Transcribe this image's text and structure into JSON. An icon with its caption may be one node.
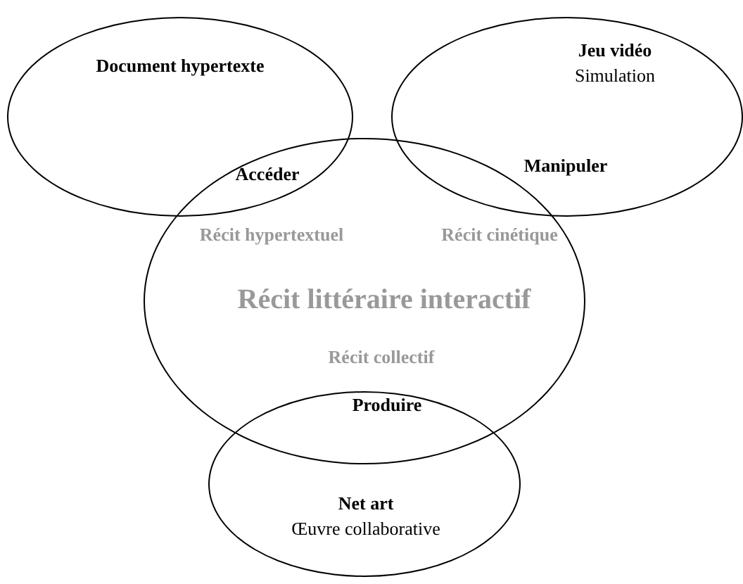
{
  "diagram": {
    "nodes": [
      {
        "text": [
          "Document hypertexte"
        ]
      },
      {
        "text": [
          "Jeu vidéo",
          "Simulation"
        ]
      },
      {
        "text": [
          "Récit hypertextuel",
          "Récit cinétique",
          "Récit littéraire interactif",
          "Récit collectif"
        ]
      },
      {
        "text": [
          "Net art",
          "Œuvre collaborative"
        ]
      }
    ],
    "edges": [],
    "labels": [
      "Accéder",
      "Manipuler",
      "Produire"
    ]
  }
}
